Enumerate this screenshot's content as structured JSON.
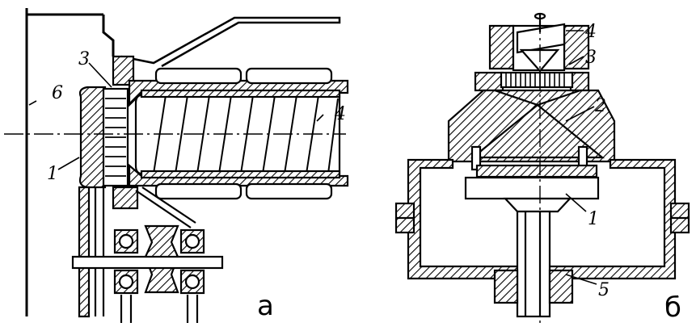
{
  "panels": [
    {
      "letter": "а",
      "callouts": [
        "1",
        "3",
        "4",
        "6"
      ]
    },
    {
      "letter": "б",
      "callouts": [
        "1",
        "2",
        "3",
        "4",
        "5"
      ]
    }
  ],
  "colors": {
    "ink": "#000000",
    "paper": "#ffffff"
  }
}
